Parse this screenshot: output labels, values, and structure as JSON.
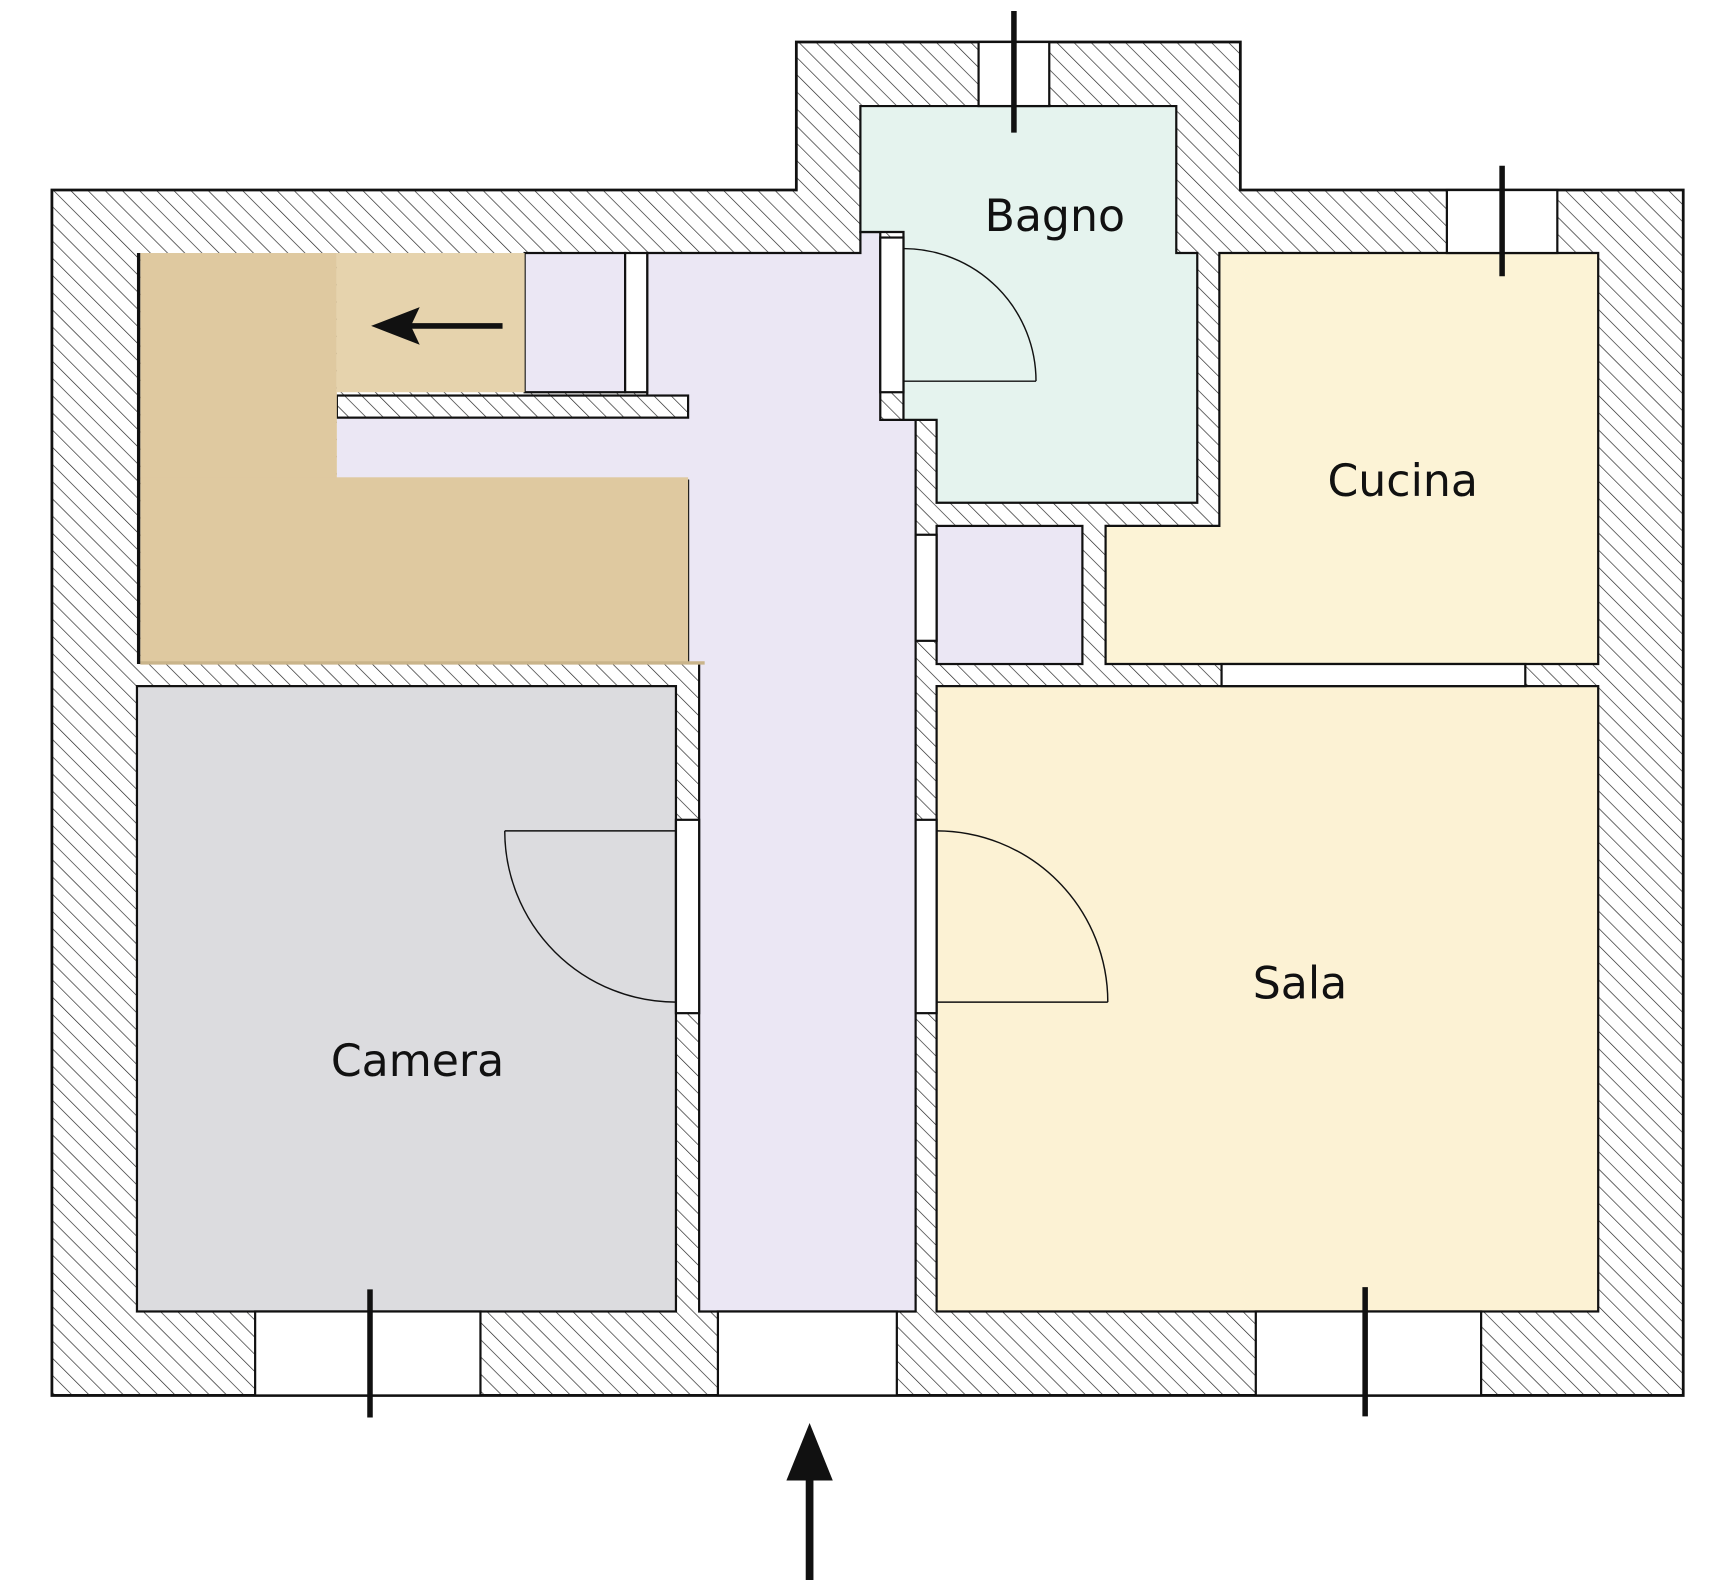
{
  "rooms": {
    "bagno": {
      "label": "Bagno",
      "color": "#e5f3ee"
    },
    "cucina": {
      "label": "Cucina",
      "color": "#fcf3d6"
    },
    "sala": {
      "label": "Sala",
      "color": "#fcf2d4"
    },
    "camera": {
      "label": "Camera",
      "color": "#dcdcdf"
    },
    "corridoio": {
      "color": "#ebe7f4"
    },
    "stairs": {
      "color": "#dfc9a0"
    }
  },
  "icons": {
    "entrance": "entrance-arrow-icon",
    "stairs_direction": "stairs-direction-arrow-icon"
  }
}
